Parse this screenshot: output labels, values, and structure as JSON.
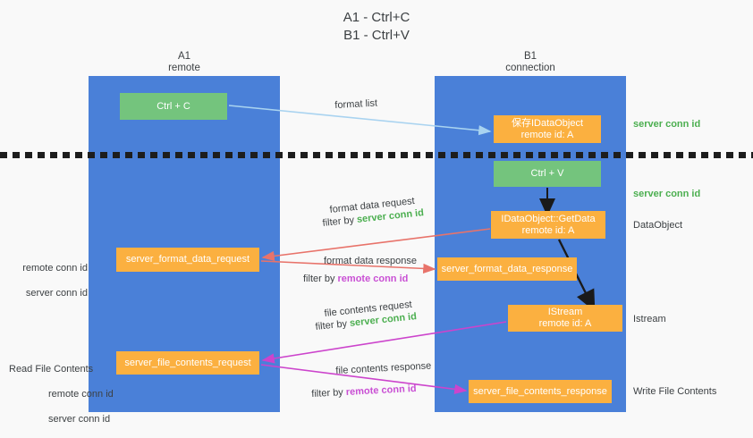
{
  "title": "A1 - Ctrl+C\nB1 - Ctrl+V",
  "columns": {
    "a1": {
      "name": "A1",
      "sub": "remote",
      "label": "A1\nremote"
    },
    "b1": {
      "name": "B1",
      "sub": "connection",
      "label": "B1\nconnection"
    }
  },
  "boxes": {
    "ctrl_c": {
      "label": "Ctrl + C",
      "color": "#74c47d"
    },
    "save_idataobject": {
      "label": "保存IDataObject\nremote id: A",
      "color": "#fbb040"
    },
    "ctrl_v": {
      "label": "Ctrl + V",
      "color": "#74c47d"
    },
    "getdata": {
      "label": "IDataObject::GetData\nremote id: A",
      "color": "#fbb040"
    },
    "server_format_data_request": {
      "label": "server_format_data_request",
      "color": "#fbb040"
    },
    "server_format_data_response": {
      "label": "server_format_data_response",
      "color": "#fbb040"
    },
    "istream": {
      "label": "IStream\nremote id: A",
      "color": "#fbb040"
    },
    "server_file_contents_request": {
      "label": "server_file_contents_request",
      "color": "#fbb040"
    },
    "server_file_contents_response": {
      "label": "server_file_contents_response",
      "color": "#fbb040"
    }
  },
  "edge_labels": {
    "format_list": "format list",
    "format_data_request": "format data request",
    "format_data_request_filter_prefix": "filter by ",
    "format_data_request_filter_value": "server conn id",
    "format_data_response": "format data response",
    "format_data_response_filter_prefix": "filter by ",
    "format_data_response_filter_value": "remote conn id",
    "file_contents_request": "file contents request",
    "file_contents_request_filter_prefix": "filter by ",
    "file_contents_request_filter_value": "server conn id",
    "file_contents_response": "file contents response",
    "file_contents_response_filter_prefix": "filter by ",
    "file_contents_response_filter_value": "remote conn id"
  },
  "annotations": {
    "server_conn_id_top": "server conn id",
    "server_conn_id_mid": "server conn id",
    "dataobject": "DataObject",
    "istream": "Istream",
    "write_file_contents": "Write File Contents",
    "read_file_contents": "Read File Contents",
    "remote_conn_id": "remote conn id",
    "server_conn_id": "server conn id"
  },
  "colors": {
    "lane_blue": "#4a80d8",
    "box_green": "#74c47d",
    "box_orange": "#fbb040",
    "green_text": "#4caf50",
    "purple_text": "#c94fd4",
    "arrow_light_blue": "#a9d3f0",
    "arrow_red": "#e8736a",
    "arrow_magenta": "#cc44cc",
    "arrow_black": "#1a1a1a",
    "background": "#f9f9f9"
  }
}
